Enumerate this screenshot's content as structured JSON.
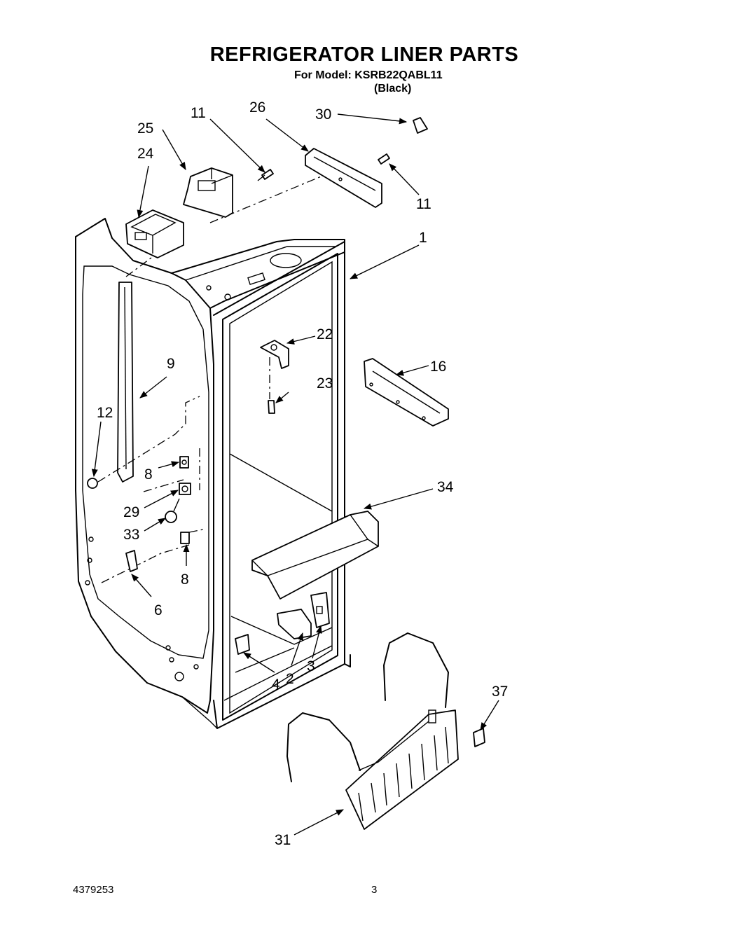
{
  "header": {
    "title": "REFRIGERATOR LINER PARTS",
    "model_line": "For Model: KSRB22QABL11",
    "color_line": "(Black)"
  },
  "footer": {
    "doc_number": "4379253",
    "page_number": "3"
  },
  "callouts": {
    "c1": "1",
    "c2": "2",
    "c3": "3",
    "c4": "4",
    "c6": "6",
    "c8a": "8",
    "c8b": "8",
    "c9": "9",
    "c11a": "11",
    "c11b": "11",
    "c12": "12",
    "c16": "16",
    "c22": "22",
    "c23": "23",
    "c24": "24",
    "c25": "25",
    "c26": "26",
    "c29": "29",
    "c30": "30",
    "c31": "31",
    "c33": "33",
    "c34": "34",
    "c37": "37"
  }
}
